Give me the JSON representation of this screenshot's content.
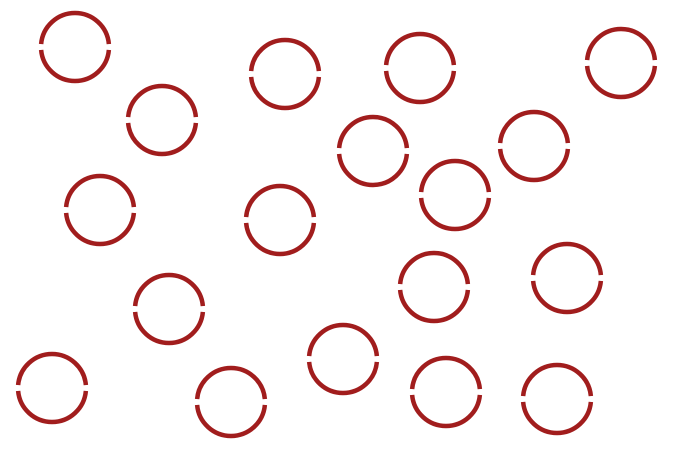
{
  "figure": {
    "shape": "ring",
    "ring_count": 18,
    "ring_style": "split ring (two arcs separated by small gaps on left and right)",
    "ring_color": "#a11d1d",
    "background_color": "#ffffff"
  }
}
